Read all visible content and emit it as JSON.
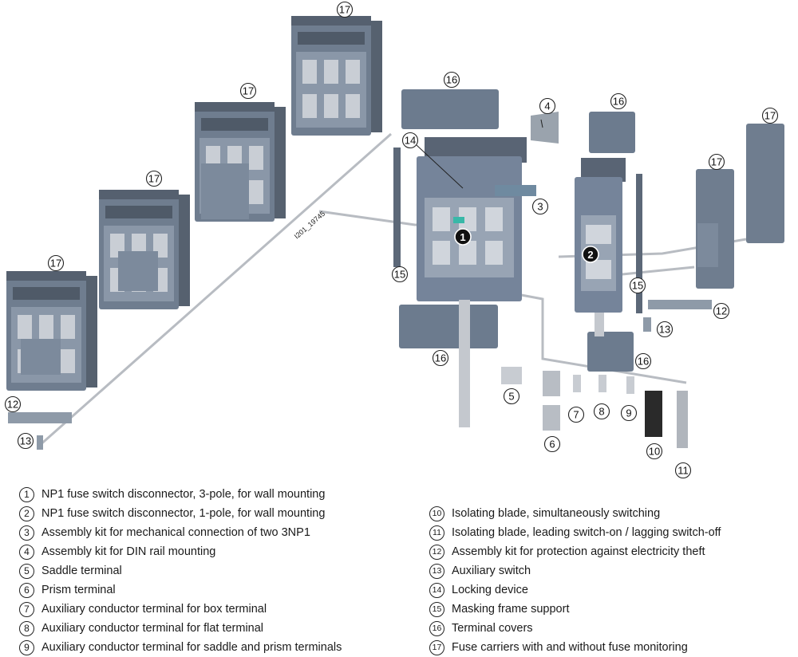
{
  "drawing_id": "I201_19745",
  "callouts": {
    "c1": "1",
    "c2": "2",
    "c3": "3",
    "c4": "4",
    "c5": "5",
    "c6": "6",
    "c7": "7",
    "c8": "8",
    "c9": "9",
    "c10": "10",
    "c11": "11",
    "c12": "12",
    "c13": "13",
    "c14": "14",
    "c15": "15",
    "c16": "16",
    "c17": "17"
  },
  "legend_left": [
    {
      "num": "1",
      "text": "NP1 fuse switch disconnector, 3-pole, for wall mounting"
    },
    {
      "num": "2",
      "text": "NP1 fuse switch disconnector, 1-pole, for wall mounting"
    },
    {
      "num": "3",
      "text": "Assembly kit for mechanical connection of two 3NP1"
    },
    {
      "num": "4",
      "text": "Assembly kit for DIN rail mounting"
    },
    {
      "num": "5",
      "text": "Saddle terminal"
    },
    {
      "num": "6",
      "text": "Prism terminal"
    },
    {
      "num": "7",
      "text": "Auxiliary conductor terminal for box terminal"
    },
    {
      "num": "8",
      "text": "Auxiliary conductor terminal for flat terminal"
    },
    {
      "num": "9",
      "text": "Auxiliary conductor terminal for saddle and prism terminals"
    }
  ],
  "legend_right": [
    {
      "num": "10",
      "text": "Isolating blade, simultaneously switching"
    },
    {
      "num": "11",
      "text": "Isolating blade, leading switch-on / lagging switch-off"
    },
    {
      "num": "12",
      "text": "Assembly kit for protection against electricity theft"
    },
    {
      "num": "13",
      "text": "Auxiliary switch"
    },
    {
      "num": "14",
      "text": "Locking device"
    },
    {
      "num": "15",
      "text": "Masking frame support"
    },
    {
      "num": "16",
      "text": "Terminal covers"
    },
    {
      "num": "17",
      "text": "Fuse carriers with and without fuse monitoring"
    }
  ]
}
